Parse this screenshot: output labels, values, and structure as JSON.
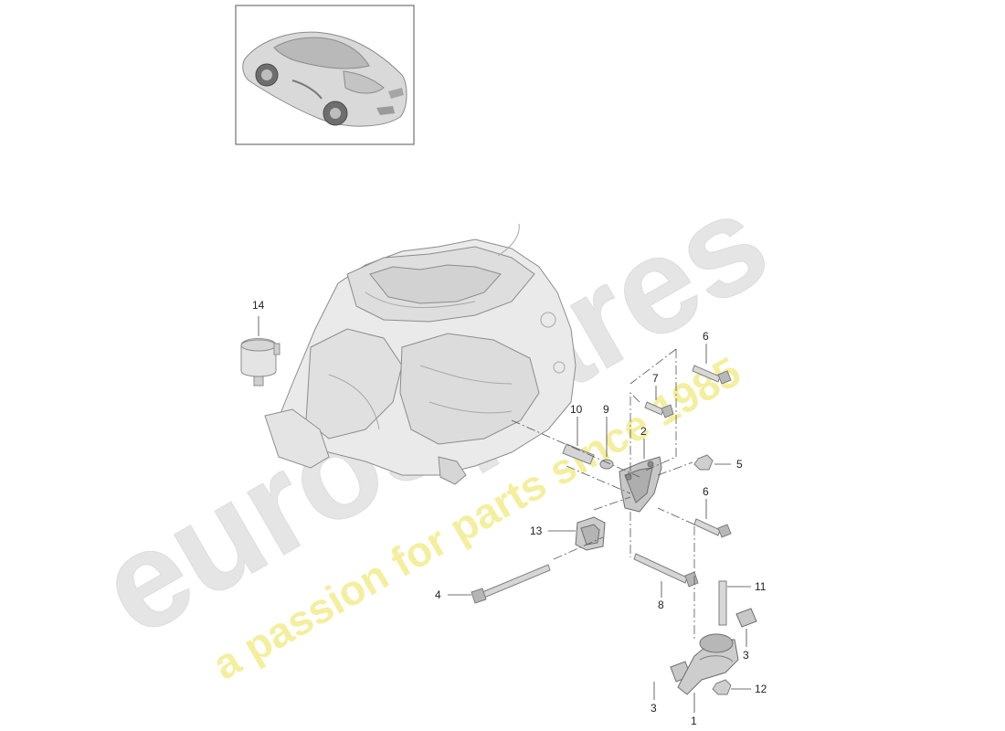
{
  "watermark": {
    "brand": "eurospares",
    "tagline": "a passion for parts since 1985"
  },
  "colors": {
    "part_stroke": "#8c8c8c",
    "part_fill": "#e6e6e6",
    "part_dark": "#7a7a7a",
    "leader": "#444444",
    "watermark_brand": "#e4e4e4",
    "watermark_tagline": "#f4ef9a"
  },
  "thumbnail": {
    "subject": "car-thumbnail"
  },
  "callouts": {
    "c14": "14",
    "c6a": "6",
    "c7": "7",
    "c10": "10",
    "c9": "9",
    "c2": "2",
    "c5": "5",
    "c6b": "6",
    "c13": "13",
    "c11": "11",
    "c4": "4",
    "c8": "8",
    "c3a": "3",
    "c3b": "3",
    "c12": "12",
    "c1": "1"
  }
}
